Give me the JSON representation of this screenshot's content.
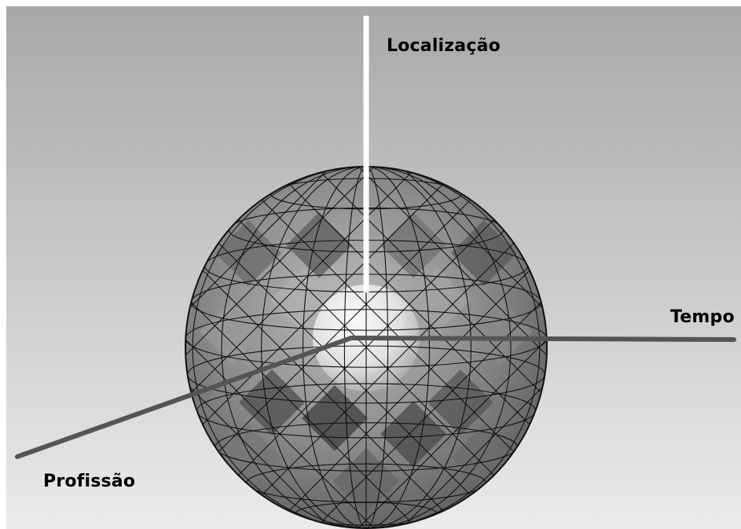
{
  "axes": {
    "vertical": {
      "label": "Localização"
    },
    "horizontal": {
      "label": "Tempo"
    },
    "depth": {
      "label": "Profissão"
    }
  },
  "colors": {
    "background_top": "#a9a9a9",
    "background_bottom": "#e9e9e9",
    "vertical_axis": "#ffffff",
    "other_axes": "#555555",
    "wireframe": "#111111",
    "sphere_shade": "#7a7a7a",
    "inner_core": "#f2f2f2"
  }
}
